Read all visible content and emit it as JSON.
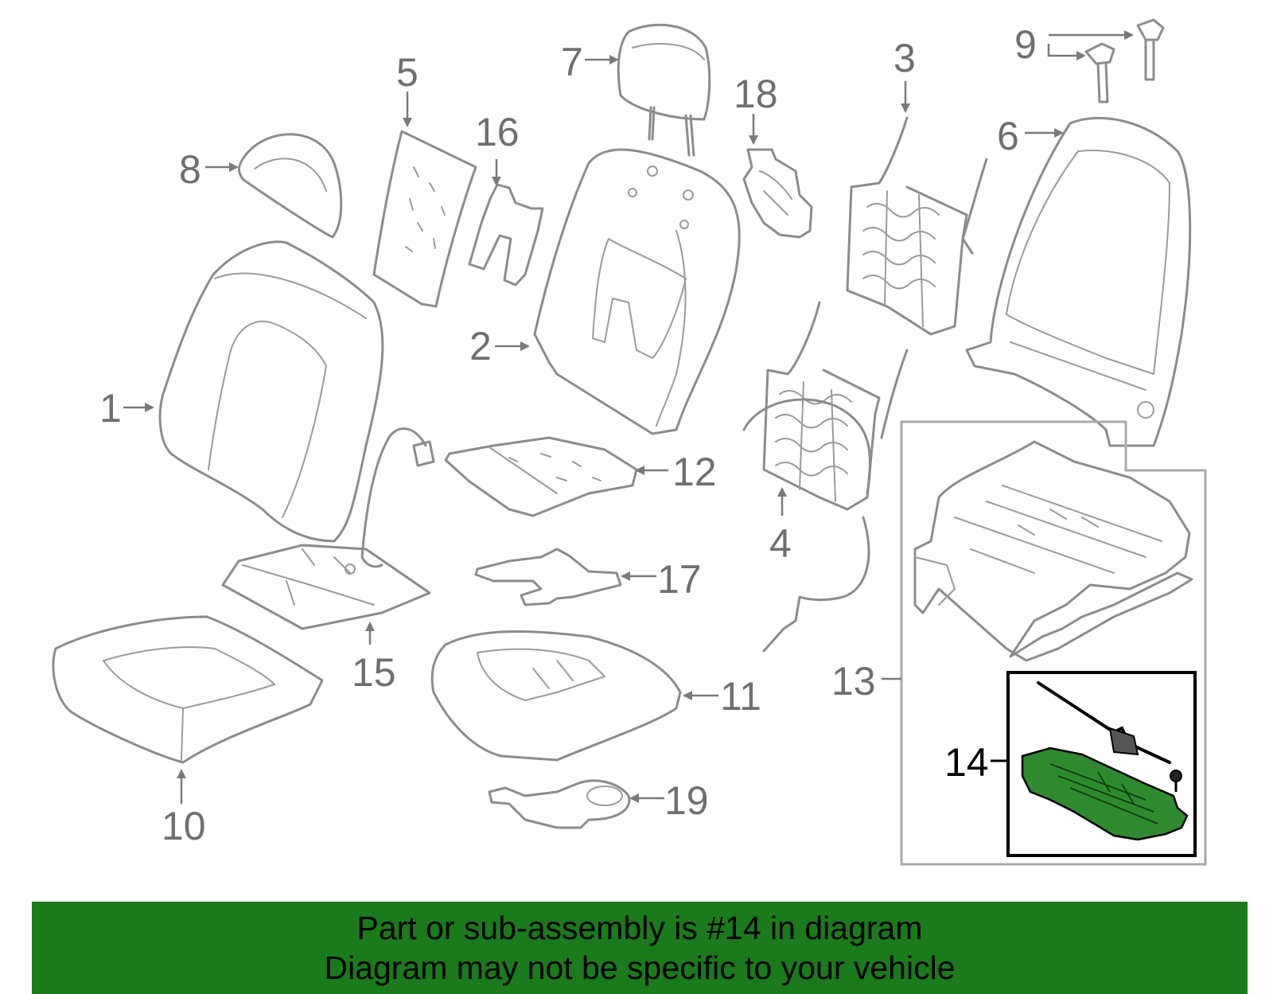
{
  "callouts": {
    "c1": "1",
    "c2": "2",
    "c3": "3",
    "c4": "4",
    "c5": "5",
    "c6": "6",
    "c7": "7",
    "c8": "8",
    "c9": "9",
    "c10": "10",
    "c11": "11",
    "c12": "12",
    "c13": "13",
    "c14": "14",
    "c15": "15",
    "c16": "16",
    "c17": "17",
    "c18": "18",
    "c19": "19"
  },
  "highlighted_part": "14",
  "colors": {
    "line_art": "#8c8c8c",
    "highlight_fill": "#1f7a1f",
    "banner_bg": "#1b7a1b",
    "banner_text": "#000000"
  },
  "banner": {
    "line1": "Part or sub-assembly is #14 in diagram",
    "line2": "Diagram may not be specific to your vehicle"
  }
}
